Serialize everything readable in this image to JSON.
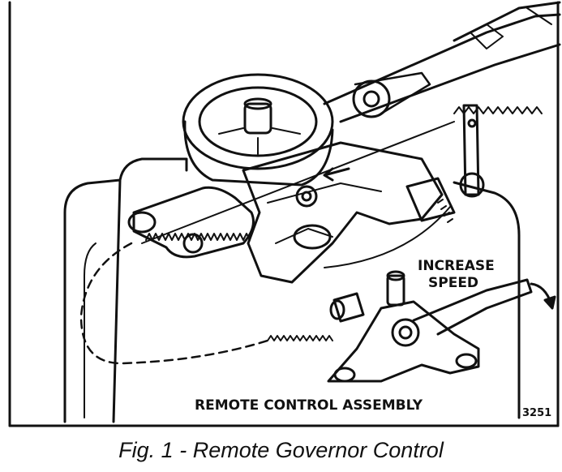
{
  "labels": {
    "increase_speed_line1": "INCREASE",
    "increase_speed_line2": "SPEED",
    "remote_control_assembly": "REMOTE CONTROL ASSEMBLY",
    "figure_number": "3251"
  },
  "caption": "Fig. 1 - Remote Governor Control"
}
